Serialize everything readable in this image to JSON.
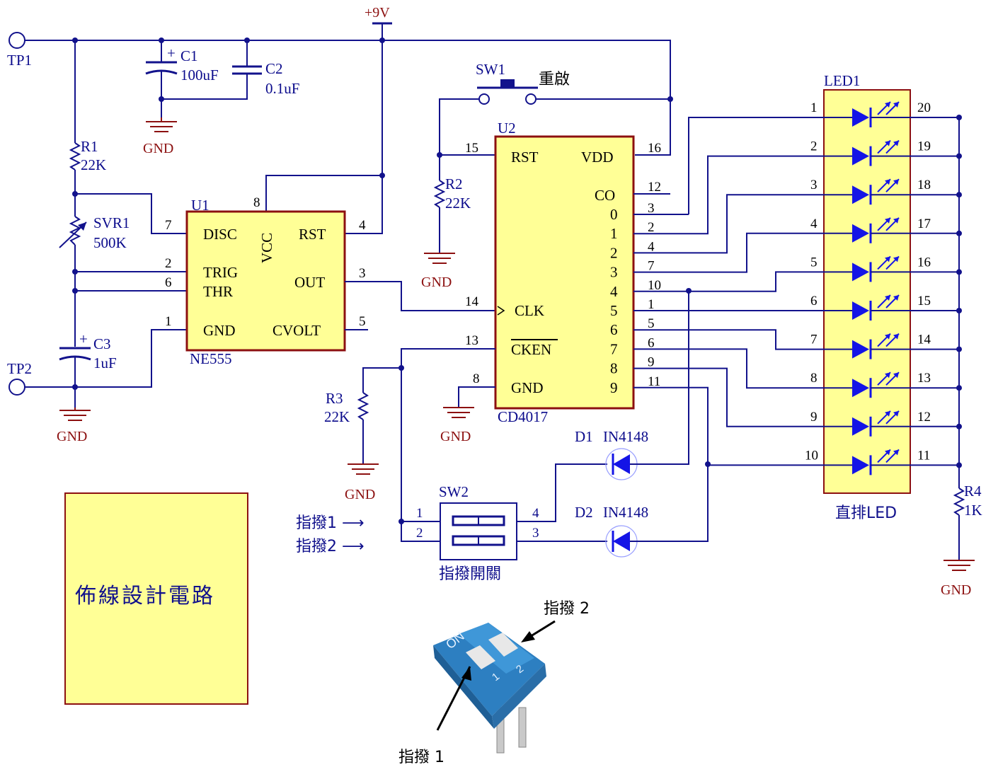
{
  "power": {
    "vplus": "+9V",
    "gnd": "GND"
  },
  "testpoints": {
    "tp1": "TP1",
    "tp2": "TP2"
  },
  "caps": {
    "c1": {
      "ref": "C1",
      "val": "100uF",
      "pol": "+"
    },
    "c2": {
      "ref": "C2",
      "val": "0.1uF"
    },
    "c3": {
      "ref": "C3",
      "val": "1uF",
      "pol": "+"
    }
  },
  "resistors": {
    "r1": {
      "ref": "R1",
      "val": "22K"
    },
    "r2": {
      "ref": "R2",
      "val": "22K"
    },
    "r3": {
      "ref": "R3",
      "val": "22K"
    },
    "r4": {
      "ref": "R4",
      "val": "1K"
    },
    "svr1": {
      "ref": "SVR1",
      "val": "500K"
    }
  },
  "u1": {
    "ref": "U1",
    "part": "NE555",
    "pins": {
      "disc": "DISC",
      "trig": "TRIG",
      "thr": "THR",
      "gnd": "GND",
      "vcc": "VCC",
      "rst": "RST",
      "out": "OUT",
      "cvolt": "CVOLT"
    },
    "pin_numbers": {
      "disc": "7",
      "trig": "2",
      "thr": "6",
      "gnd": "1",
      "vcc": "8",
      "rst": "4",
      "out": "3",
      "cvolt": "5"
    }
  },
  "u2": {
    "ref": "U2",
    "part": "CD4017",
    "pins": {
      "rst": "RST",
      "vdd": "VDD",
      "co": "CO",
      "clk": "CLK",
      "cken": "CKEN",
      "gnd": "GND"
    },
    "pin_numbers": {
      "rst": "15",
      "vdd": "16",
      "co": "12",
      "clk": "14",
      "cken": "13",
      "gnd": "8"
    },
    "outputs": [
      "0",
      "1",
      "2",
      "3",
      "4",
      "5",
      "6",
      "7",
      "8",
      "9"
    ],
    "output_pins": [
      "3",
      "2",
      "4",
      "7",
      "10",
      "1",
      "5",
      "6",
      "9",
      "11"
    ]
  },
  "sw1": {
    "ref": "SW1",
    "label": "重啟"
  },
  "led1": {
    "ref": "LED1",
    "label": "直排LED",
    "left_pins": [
      "1",
      "2",
      "3",
      "4",
      "5",
      "6",
      "7",
      "8",
      "9",
      "10"
    ],
    "right_pins": [
      "20",
      "19",
      "18",
      "17",
      "16",
      "15",
      "14",
      "13",
      "12",
      "11"
    ]
  },
  "diodes": {
    "d1": {
      "ref": "D1",
      "part": "IN4148"
    },
    "d2": {
      "ref": "D2",
      "part": "IN4148"
    }
  },
  "sw2": {
    "ref": "SW2",
    "label": "指撥開關",
    "pins": {
      "p1": "1",
      "p2": "2",
      "p3": "3",
      "p4": "4"
    },
    "arrow1": "指撥1 ⟶",
    "arrow2": "指撥2 ⟶"
  },
  "design_box": {
    "label": "佈線設計電路"
  },
  "photo": {
    "on": "ON",
    "num1": "1",
    "num2": "2",
    "label1": "指撥 1",
    "label2": "指撥 2"
  },
  "colors": {
    "wire": "#12128c",
    "chip_fill": "#ffff96",
    "chip_border": "#8c1010",
    "led": "#1414e6",
    "dip_blue": "#3a8fd0"
  }
}
